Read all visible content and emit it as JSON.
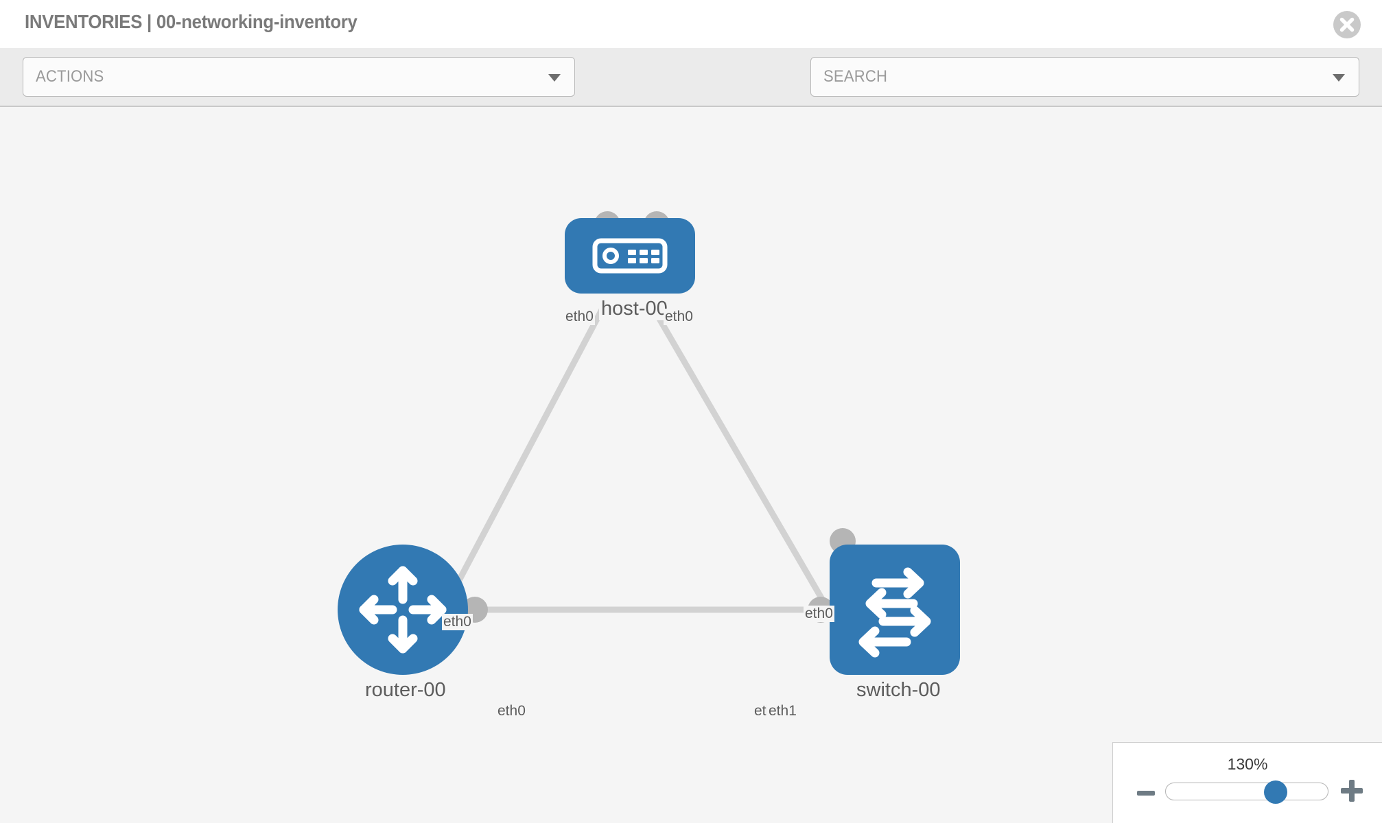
{
  "header": {
    "title": "INVENTORIES | 00-networking-inventory",
    "close_icon": "close-circle-icon"
  },
  "toolbar": {
    "actions": {
      "label": "ACTIONS",
      "caret_icon": "chevron-down-icon"
    },
    "search": {
      "placeholder": "SEARCH",
      "label": "SEARCH",
      "caret_icon": "chevron-down-icon"
    },
    "tools": [
      {
        "icon": "wrench-icon"
      },
      {
        "icon": "key-icon"
      }
    ]
  },
  "topology": {
    "node_color": "#3279b3",
    "port_color": "#b5b5b5",
    "link_color": "#d2d2d2",
    "nodes": [
      {
        "id": "host-00",
        "label": "host-00",
        "icon": "server-icon"
      },
      {
        "id": "router-00",
        "label": "router-00",
        "icon": "router-arrows-icon"
      },
      {
        "id": "switch-00",
        "label": "switch-00",
        "icon": "switch-arrows-icon"
      }
    ],
    "links": [
      {
        "from": "router-00",
        "from_interface": "eth0",
        "to": "host-00",
        "to_interface": "eth0"
      },
      {
        "from": "host-00",
        "from_interface": "eth0",
        "to": "switch-00",
        "to_interface": "eth0"
      },
      {
        "from": "router-00",
        "from_interface": "eth0",
        "to": "switch-00",
        "to_interface": "eth1"
      }
    ],
    "interface_labels": {
      "host_left": "eth0",
      "host_right": "eth0",
      "router_to_host": "eth0",
      "switch_to_host": "eth0",
      "router_to_switch": "eth0",
      "switch_to_router_hidden": "eth0",
      "switch_to_router": "eth1"
    }
  },
  "zoom_control": {
    "value": "130%",
    "minus_icon": "minus-icon",
    "plus_icon": "plus-icon",
    "thumb_icon": "slider-thumb"
  }
}
